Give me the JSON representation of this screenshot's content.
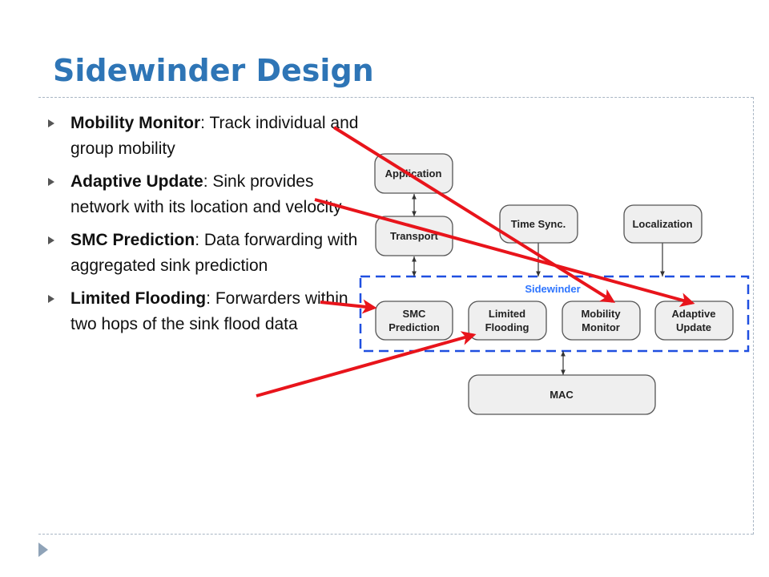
{
  "slide": {
    "title": "Sidewinder Design"
  },
  "bullets": [
    {
      "term": "Mobility Monitor",
      "sep": ":",
      "text": " Track individual and group mobility"
    },
    {
      "term": "Adaptive Update",
      "sep": ":",
      "text": " Sink provides network with its location and velocity"
    },
    {
      "term": "SMC Prediction",
      "sep": ":",
      "text": " Data forwarding with aggregated sink prediction"
    },
    {
      "term": "Limited Flooding",
      "sep": ":",
      "text": " Forwarders within two hops of the sink flood data"
    }
  ],
  "diagram": {
    "group_label": "Sidewinder",
    "boxes": {
      "application": {
        "lines": [
          "Application"
        ]
      },
      "transport": {
        "lines": [
          "Transport"
        ]
      },
      "time_sync": {
        "lines": [
          "Time Sync."
        ]
      },
      "localization": {
        "lines": [
          "Localization"
        ]
      },
      "smc_prediction": {
        "lines": [
          "SMC",
          "Prediction"
        ]
      },
      "limited_flooding": {
        "lines": [
          "Limited",
          "Flooding"
        ]
      },
      "mobility_monitor": {
        "lines": [
          "Mobility",
          "Monitor"
        ]
      },
      "adaptive_update": {
        "lines": [
          "Adaptive",
          "Update"
        ]
      },
      "mac": {
        "lines": [
          "MAC"
        ]
      }
    },
    "colors": {
      "box_fill": "#efefef",
      "box_stroke": "#555555",
      "group_stroke": "#1f4fe0",
      "callout_arrow": "#e8141b"
    }
  }
}
